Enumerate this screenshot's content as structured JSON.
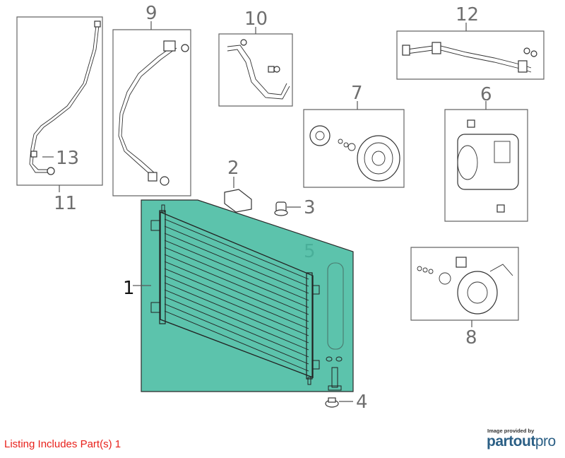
{
  "callouts": {
    "c1": "1",
    "c2": "2",
    "c3": "3",
    "c4": "4",
    "c5": "5",
    "c6": "6",
    "c7": "7",
    "c8": "8",
    "c9": "9",
    "c10": "10",
    "c11": "11",
    "c12": "12",
    "c13": "13"
  },
  "highlight_color": "#5cc3ac",
  "listing_note": "Listing Includes Part(s) 1",
  "credit": {
    "small": "Image provided by",
    "brand_part1": "partout",
    "brand_part2": "pro"
  }
}
